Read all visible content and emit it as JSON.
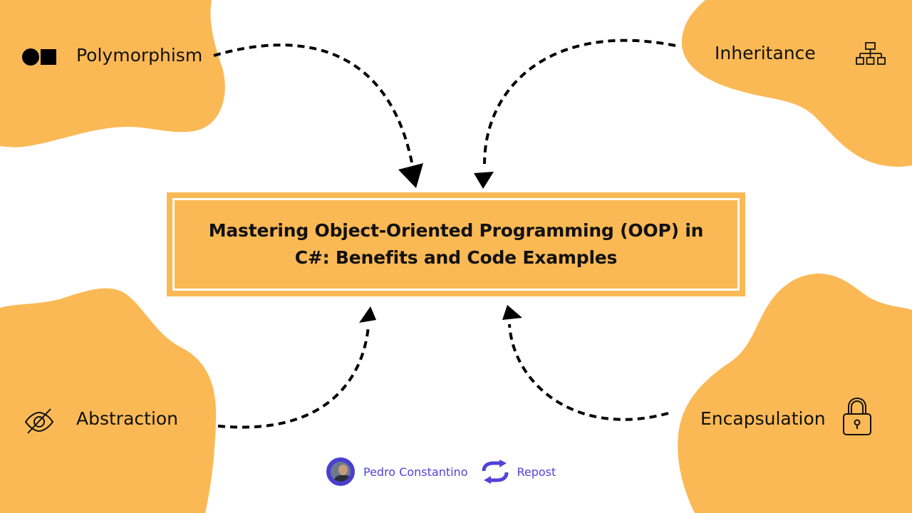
{
  "title": {
    "line1": "Mastering Object-Oriented Programming (OOP) in",
    "line2": "C#: Benefits and Code Examples"
  },
  "concepts": {
    "polymorphism": {
      "label": "Polymorphism",
      "icon": "circle-square-icon"
    },
    "inheritance": {
      "label": "Inheritance",
      "icon": "hierarchy-icon"
    },
    "abstraction": {
      "label": "Abstraction",
      "icon": "eye-slash-icon"
    },
    "encapsulation": {
      "label": "Encapsulation",
      "icon": "lock-icon"
    }
  },
  "footer": {
    "author": "Pedro Constantino",
    "repost_label": "Repost",
    "repost_icon": "repost-icon"
  },
  "colors": {
    "blob": "#fbb955",
    "title_box": "#fbb955",
    "accent_text": "#5142d8",
    "text": "#111111"
  }
}
